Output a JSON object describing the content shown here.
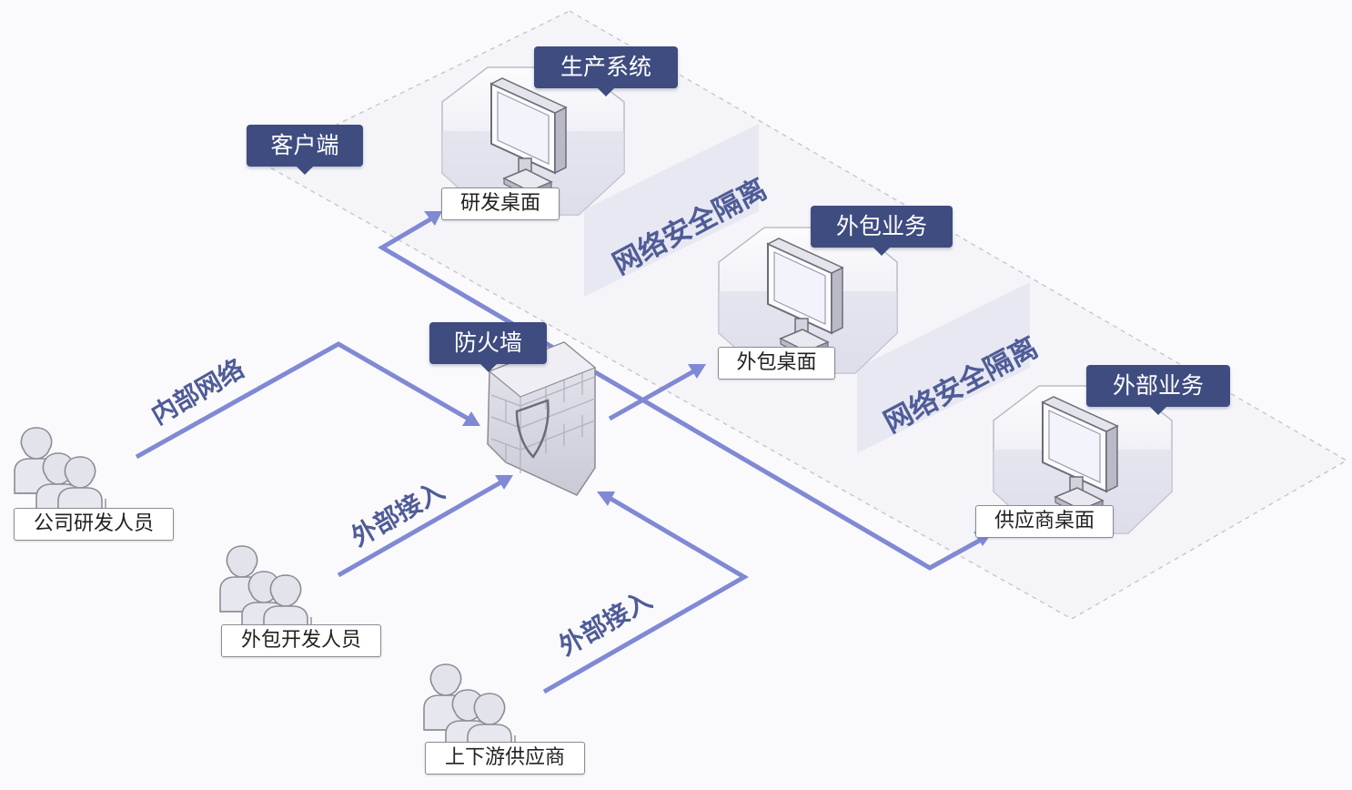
{
  "tags": {
    "production": "生产系统",
    "client": "客户端",
    "outsource_biz": "外包业务",
    "firewall": "防火墙",
    "external_biz": "外部业务"
  },
  "plates": {
    "dev_desktop": "研发桌面",
    "outsource_desktop": "外包桌面",
    "supplier_desktop": "供应商桌面",
    "company_devs": "公司研发人员",
    "outsource_devs": "外包开发人员",
    "suppliers": "上下游供应商"
  },
  "flow_labels": {
    "internal": "内部网络",
    "external_1": "外部接入",
    "external_2": "外部接入"
  },
  "isolation_labels": {
    "first": "网络安全隔离",
    "second": "网络安全隔离"
  },
  "icons": {
    "monitor": "monitor-icon",
    "firewall": "brick-firewall-icon",
    "shield": "shield-icon",
    "users": "user-group-icon"
  },
  "colors": {
    "tag_bg": "#3f4c80",
    "arrow": "#8089d3",
    "label_text": "#4f5c97",
    "zone_border": "#c8c8d2"
  }
}
